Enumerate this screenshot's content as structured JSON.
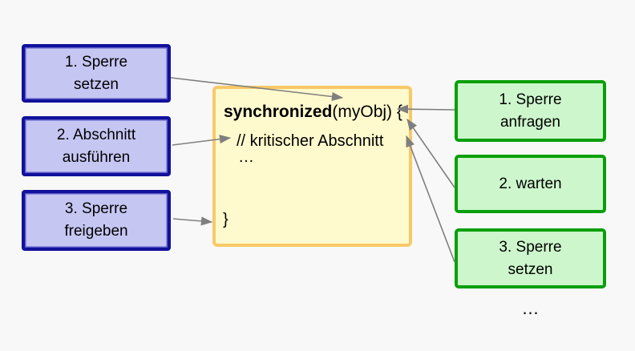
{
  "left_boxes": [
    {
      "label": "1. Sperre\nsetzen"
    },
    {
      "label": "2. Abschnitt\nausführen"
    },
    {
      "label": "3. Sperre\nfreigeben"
    }
  ],
  "code_box": {
    "keyword": "synchronized",
    "rest": "(myObj) {",
    "comment": "// kritischer Abschnitt",
    "ellipsis": "…",
    "closing_brace": "}"
  },
  "right_boxes": [
    {
      "label": "1. Sperre\nanfragen"
    },
    {
      "label": "2. warten"
    },
    {
      "label": "3. Sperre\nsetzen"
    }
  ],
  "more_label": "…",
  "colors": {
    "background": "#f8f8f8",
    "left_box_fill": "#c6c6f3",
    "left_box_border": "#11119b",
    "right_box_fill": "#cdf6cc",
    "right_box_border": "#0a9f0a",
    "code_box_fill": "#fffacd",
    "code_box_border": "#f9c968",
    "arrow": "#7f7f7f",
    "text": "#000000"
  }
}
